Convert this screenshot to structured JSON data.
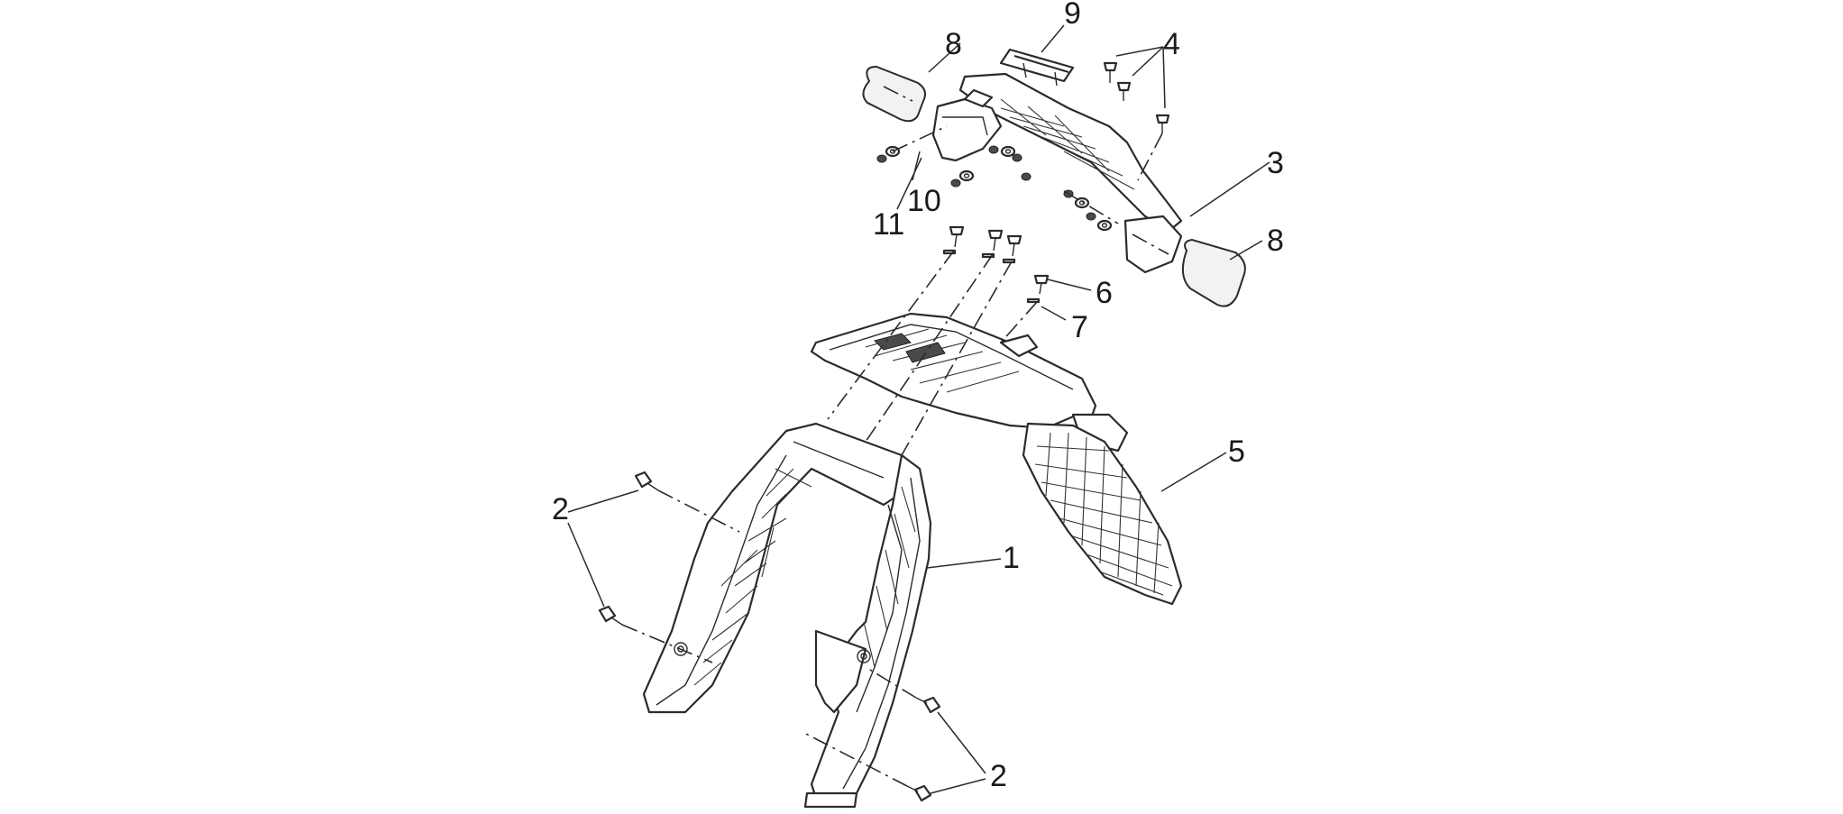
{
  "callouts": {
    "c1": "1",
    "c2a": "2",
    "c2b": "2",
    "c3": "3",
    "c4": "4",
    "c5": "5",
    "c6": "6",
    "c7": "7",
    "c8a": "8",
    "c8b": "8",
    "c9": "9",
    "c10": "10",
    "c11": "11"
  },
  "colors": {
    "line": "#2b2b2b",
    "background": "#ffffff"
  }
}
